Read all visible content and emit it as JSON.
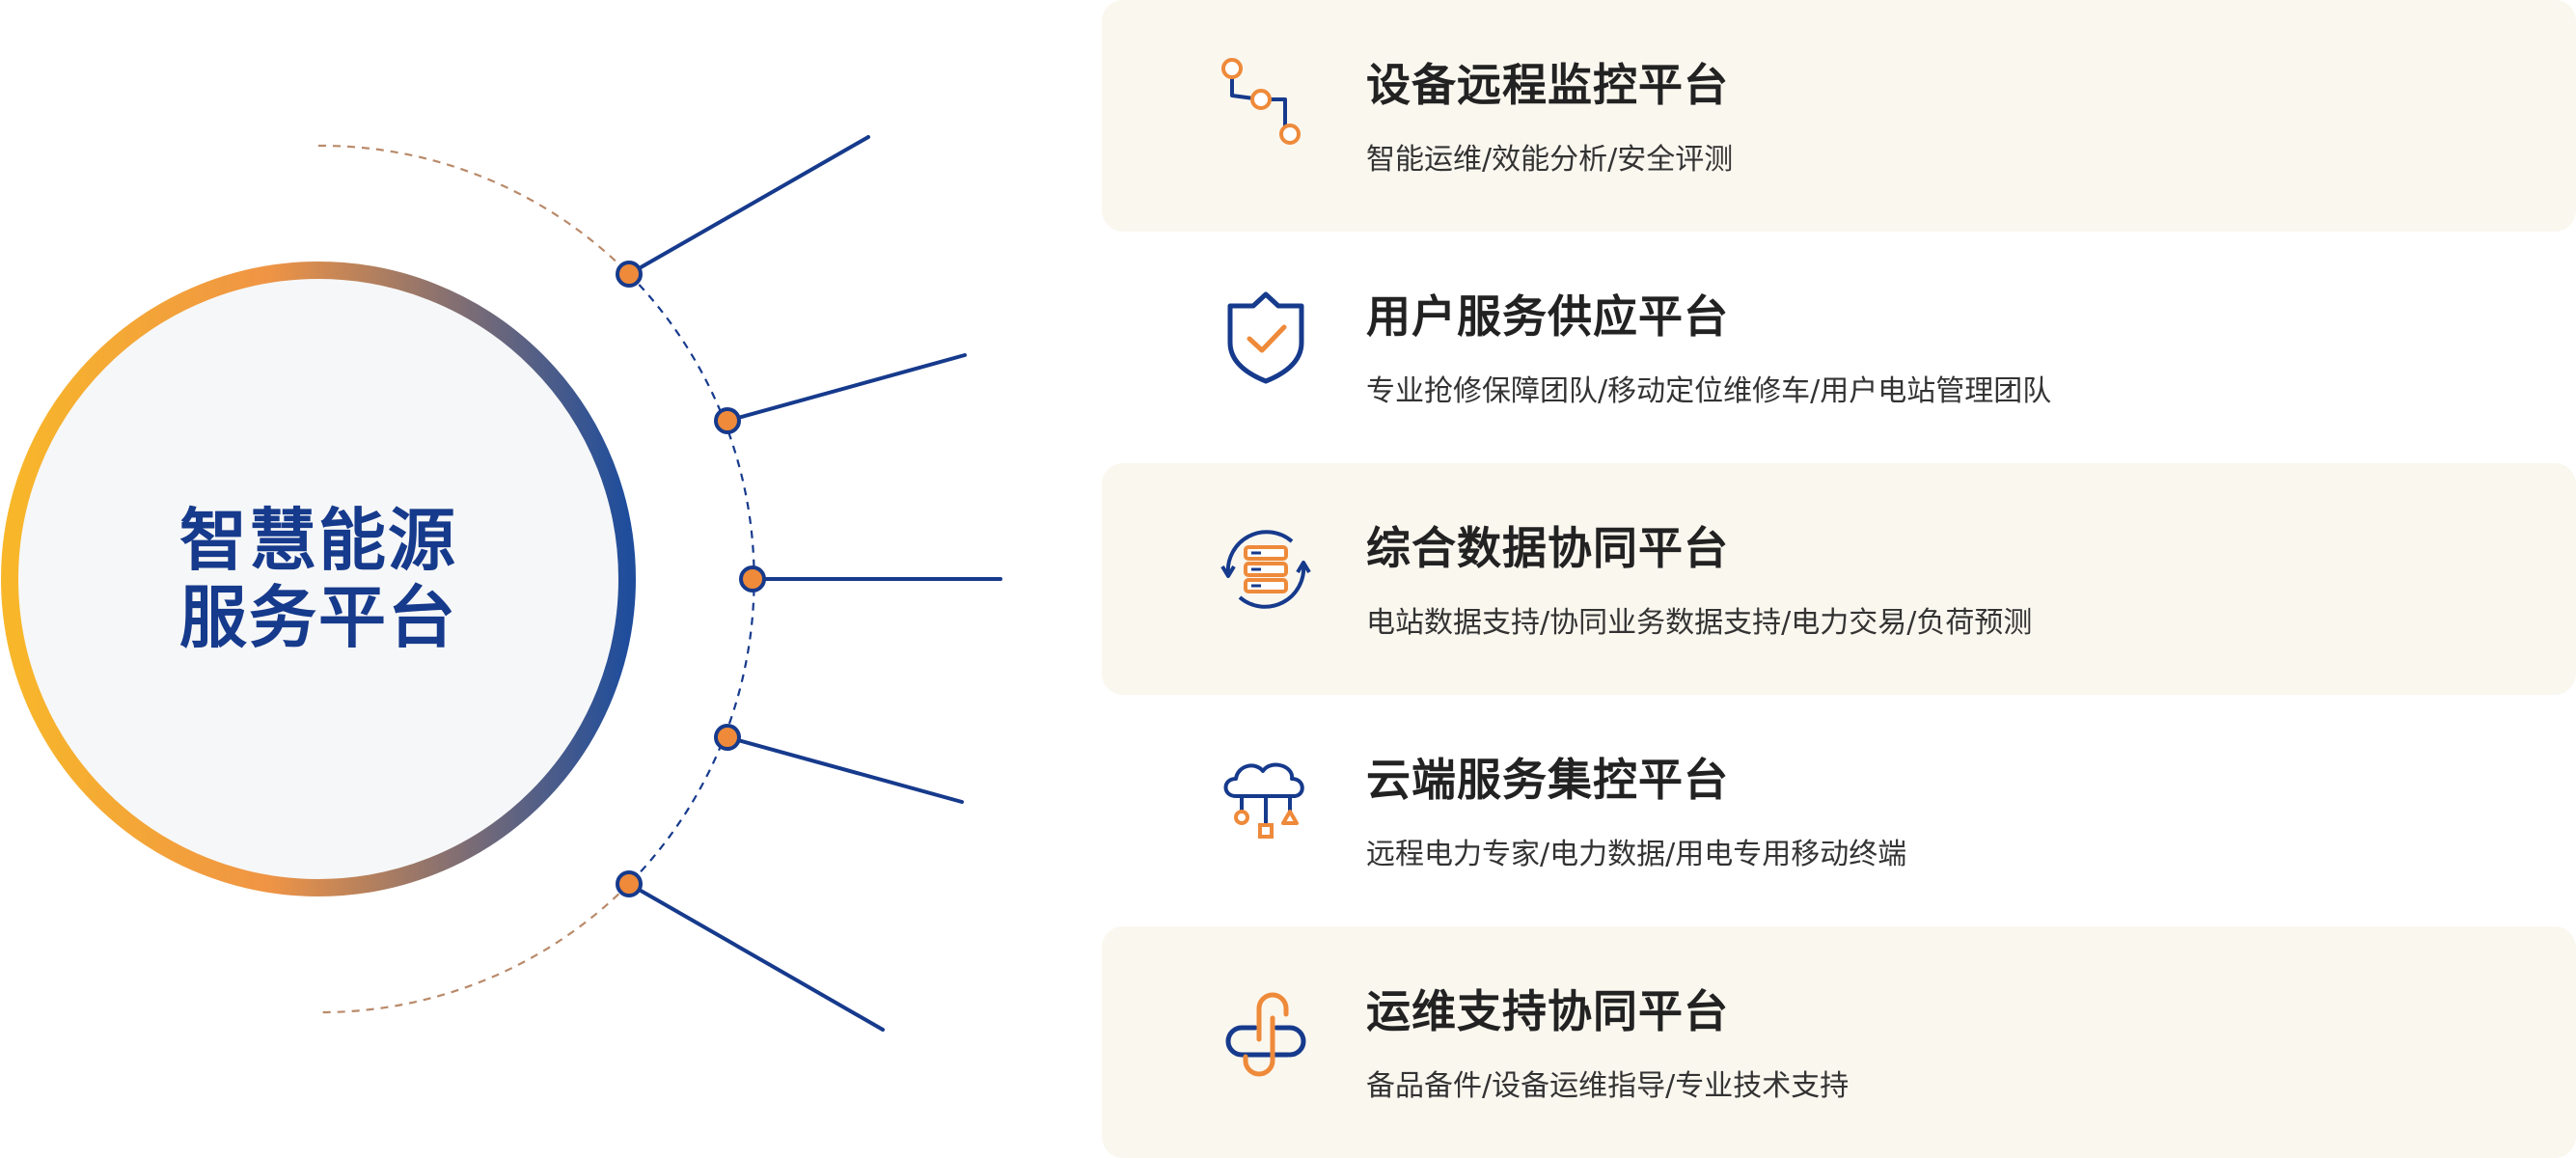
{
  "colors": {
    "navy": "#163a8c",
    "orange": "#ee8a3a",
    "gradient_start": "#f8b72a",
    "gradient_mid": "#ef9445",
    "gradient_end": "#1f4d9c",
    "card_background": "#faf7ef",
    "hub_fill": "#f6f7f8"
  },
  "hub": {
    "line1": "智慧能源",
    "line2": "服务平台"
  },
  "platforms": [
    {
      "title": "设备远程监控平台",
      "desc": "智能运维/效能分析/安全评测",
      "icon": "route-nodes-icon",
      "shaded": true
    },
    {
      "title": "用户服务供应平台",
      "desc": "专业抢修保障团队/移动定位维修车/用户电站管理团队",
      "icon": "shield-check-icon",
      "shaded": false
    },
    {
      "title": "综合数据协同平台",
      "desc": "电站数据支持/协同业务数据支持/电力交易/负荷预测",
      "icon": "server-sync-icon",
      "shaded": true
    },
    {
      "title": "云端服务集控平台",
      "desc": "远程电力专家/电力数据/用电专用移动终端",
      "icon": "cloud-network-icon",
      "shaded": false
    },
    {
      "title": "运维支持协同平台",
      "desc": "备品备件/设备运维指导/专业技术支持",
      "icon": "linked-loops-icon",
      "shaded": true
    }
  ]
}
